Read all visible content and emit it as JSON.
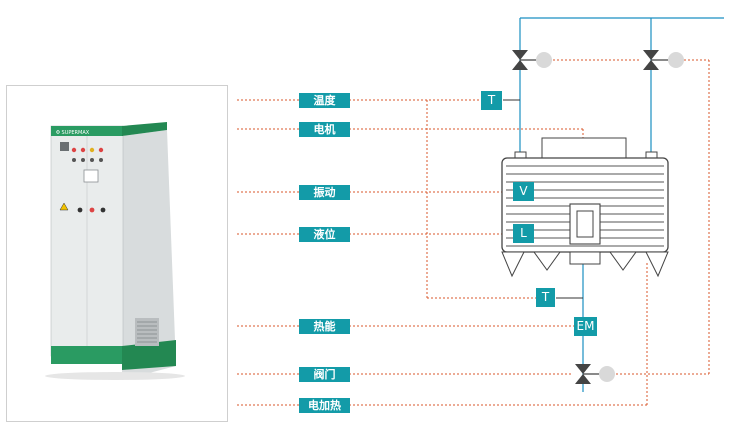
{
  "labels": {
    "temperature": "温度",
    "motor": "电机",
    "vibration": "振动",
    "liquid_level": "液位",
    "thermal_energy": "热能",
    "valve": "阀门",
    "electric_heating": "电加热"
  },
  "sensors": {
    "temp_top": "T",
    "vibration": "V",
    "level": "L",
    "temp_bottom": "T",
    "energy_meter": "EM"
  },
  "cabinet": {
    "brand": "Φ SUPERMAX"
  },
  "colors": {
    "accent": "#139ba8",
    "signal_line": "#d9572b",
    "pipe": "#1a8fc2",
    "cabinet_base": "#2a9b62"
  }
}
